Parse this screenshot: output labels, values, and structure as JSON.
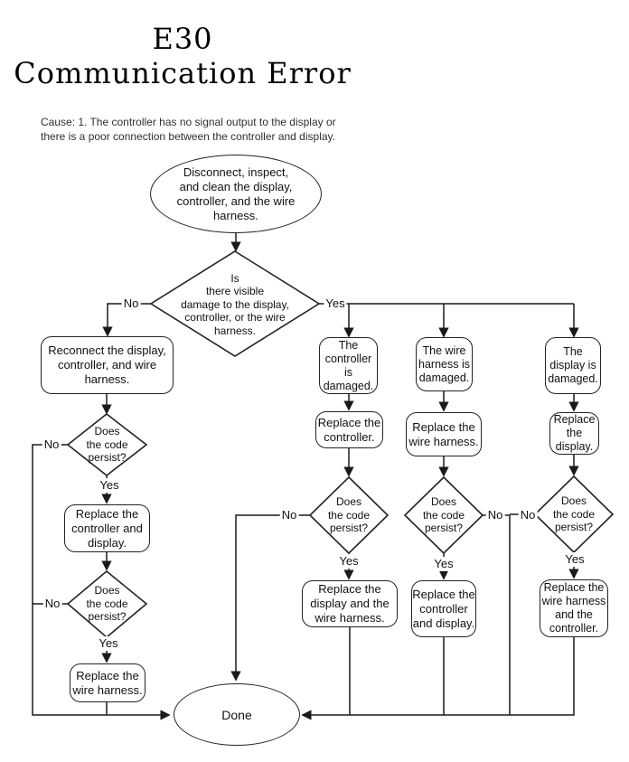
{
  "title": {
    "code": "E30",
    "name": "Communication Error"
  },
  "cause": "Cause: 1. The controller has no signal output to the display or\nthere is a poor connection between the controller and display.",
  "labels": {
    "yes": "Yes",
    "no": "No"
  },
  "nodes": {
    "start": "Disconnect, inspect,\nand clean the display,\ncontroller, and the wire\nharness.",
    "damage_decision": "Is\nthere visible\ndamage to the display,\ncontroller, or the wire\nharness.",
    "reconnect": "Reconnect the display,\ncontroller, and wire\nharness.",
    "persist": "Does\nthe code\npersist?",
    "replace_controller_display_left": "Replace the\ncontroller and\ndisplay.",
    "replace_wire_harness_left": "Replace the\nwire harness.",
    "controller_damaged": "The\ncontroller\nis\ndamaged.",
    "replace_controller": "Replace the\ncontroller.",
    "replace_display_wire_harness": "Replace the\ndisplay and the\nwire harness.",
    "wire_harness_damaged": "The wire\nharness is\ndamaged.",
    "replace_wire_harness_mid": "Replace the\nwire harness.",
    "replace_controller_display_mid": "Replace the\ncontroller\nand display.",
    "display_damaged": "The\ndisplay is\ndamaged.",
    "replace_display": "Replace\nthe\ndisplay.",
    "replace_wire_harness_controller": "Replace the\nwire harness\nand the\ncontroller.",
    "done": "Done"
  }
}
